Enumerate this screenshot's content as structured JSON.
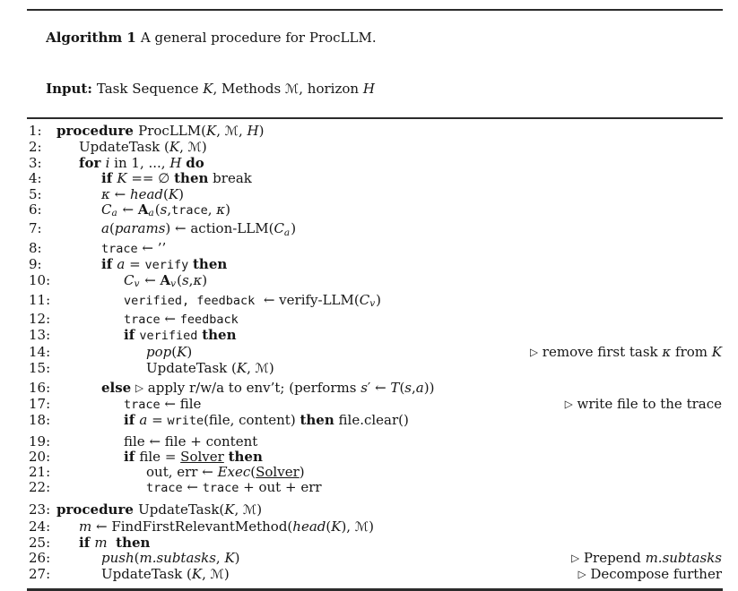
{
  "colors": {
    "text": "#151515",
    "rule": "#2b2b2b",
    "background": "#ffffff"
  },
  "algorithm": {
    "caption": {
      "label": "Algorithm 1",
      "title": "A general procedure for ProcLLM."
    },
    "input": {
      "label": "Input:",
      "parts": [
        [
          "Task Sequence ",
          "rm"
        ],
        [
          "K",
          "it"
        ],
        [
          ", Methods ",
          "rm"
        ],
        [
          "ℳ",
          "scr"
        ],
        [
          ", horizon ",
          "rm"
        ],
        [
          "H",
          "it"
        ]
      ]
    },
    "lines": [
      {
        "n": "1:",
        "indent": 0,
        "parts": [
          [
            "procedure ",
            "kw"
          ],
          [
            "ProcLLM(",
            "rm"
          ],
          [
            "K",
            "it"
          ],
          [
            ", ",
            "rm"
          ],
          [
            "ℳ",
            "scr"
          ],
          [
            ", ",
            "rm"
          ],
          [
            "H",
            "it"
          ],
          [
            ")",
            "rm"
          ]
        ]
      },
      {
        "n": "2:",
        "indent": 1,
        "parts": [
          [
            "UpdateTask (",
            "rm"
          ],
          [
            "K",
            "it"
          ],
          [
            ", ",
            "rm"
          ],
          [
            "ℳ",
            "scr"
          ],
          [
            ")",
            "rm"
          ]
        ]
      },
      {
        "n": "3:",
        "indent": 1,
        "parts": [
          [
            "for ",
            "kw"
          ],
          [
            "i",
            "it"
          ],
          [
            " in ",
            "rm"
          ],
          [
            "1, ..., ",
            "rm"
          ],
          [
            "H",
            "it"
          ],
          [
            " ",
            "rm"
          ],
          [
            "do",
            "kw"
          ]
        ]
      },
      {
        "n": "4:",
        "indent": 2,
        "parts": [
          [
            "if ",
            "kw"
          ],
          [
            "K",
            "it"
          ],
          [
            " == ∅ ",
            "rm"
          ],
          [
            "then",
            "kw"
          ],
          [
            " break",
            "rm"
          ]
        ]
      },
      {
        "n": "5:",
        "indent": 2,
        "parts": [
          [
            "κ",
            "it"
          ],
          [
            " ← ",
            "rm"
          ],
          [
            "head",
            "it"
          ],
          [
            "(",
            "rm"
          ],
          [
            "K",
            "it"
          ],
          [
            ")",
            "rm"
          ]
        ]
      },
      {
        "n": "6:",
        "indent": 2,
        "parts": [
          [
            "C",
            "it"
          ],
          [
            "a",
            "sub"
          ],
          [
            " ← ",
            "rm"
          ],
          [
            "A",
            "frak"
          ],
          [
            "a",
            "sub"
          ],
          [
            "(",
            "rm"
          ],
          [
            "s",
            "it"
          ],
          [
            ",",
            "rm"
          ],
          [
            "trace",
            "tt"
          ],
          [
            ", ",
            "rm"
          ],
          [
            "κ",
            "it"
          ],
          [
            ")",
            "rm"
          ]
        ]
      },
      {
        "n": "7:",
        "indent": 2,
        "parts": [
          [
            "a",
            "it"
          ],
          [
            "(",
            "rm"
          ],
          [
            "params",
            "it"
          ],
          [
            ") ← action-LLM(",
            "rm"
          ],
          [
            "C",
            "it"
          ],
          [
            "a",
            "sub"
          ],
          [
            ")",
            "rm"
          ]
        ]
      },
      {
        "n": "8:",
        "indent": 2,
        "parts": [
          [
            "trace",
            "tt"
          ],
          [
            " ← ’’",
            "rm"
          ]
        ]
      },
      {
        "n": "9:",
        "indent": 2,
        "parts": [
          [
            "if ",
            "kw"
          ],
          [
            "a",
            "it"
          ],
          [
            " = ",
            "rm"
          ],
          [
            "verify",
            "tt"
          ],
          [
            " ",
            "rm"
          ],
          [
            "then",
            "kw"
          ]
        ]
      },
      {
        "n": "10:",
        "indent": 3,
        "parts": [
          [
            "C",
            "it"
          ],
          [
            "v",
            "sub"
          ],
          [
            " ← ",
            "rm"
          ],
          [
            "A",
            "frak"
          ],
          [
            "v",
            "sub"
          ],
          [
            "(",
            "rm"
          ],
          [
            "s",
            "it"
          ],
          [
            ",",
            "rm"
          ],
          [
            "κ",
            "it"
          ],
          [
            ")",
            "rm"
          ]
        ]
      },
      {
        "n": "11:",
        "indent": 3,
        "parts": [
          [
            "verified, feedback",
            "tt"
          ],
          [
            "  ← verify-LLM(",
            "rm"
          ],
          [
            "C",
            "it"
          ],
          [
            "v",
            "sub"
          ],
          [
            ")",
            "rm"
          ]
        ]
      },
      {
        "n": "12:",
        "indent": 3,
        "parts": [
          [
            "trace",
            "tt"
          ],
          [
            " ← ",
            "rm"
          ],
          [
            "feedback",
            "tt"
          ]
        ]
      },
      {
        "n": "13:",
        "indent": 3,
        "parts": [
          [
            "if ",
            "kw"
          ],
          [
            "verified",
            "tt"
          ],
          [
            " ",
            "rm"
          ],
          [
            "then",
            "kw"
          ]
        ]
      },
      {
        "n": "14:",
        "indent": 4,
        "parts": [
          [
            "pop",
            "it"
          ],
          [
            "(",
            "rm"
          ],
          [
            "K",
            "it"
          ],
          [
            ")",
            "rm"
          ]
        ],
        "comment": [
          [
            "▷",
            "tri"
          ],
          [
            " remove first task ",
            "rm"
          ],
          [
            "κ",
            "it"
          ],
          [
            " from ",
            "rm"
          ],
          [
            "K",
            "it"
          ]
        ]
      },
      {
        "n": "15:",
        "indent": 4,
        "parts": [
          [
            "UpdateTask (",
            "rm"
          ],
          [
            "K",
            "it"
          ],
          [
            ", ",
            "rm"
          ],
          [
            "ℳ",
            "scr"
          ],
          [
            ")",
            "rm"
          ]
        ]
      },
      {
        "n": "16:",
        "indent": 2,
        "gap": 4,
        "parts": [
          [
            "else",
            "kw"
          ],
          [
            " ",
            "rm"
          ],
          [
            "▷",
            "tri"
          ],
          [
            " apply r/w/a to env’t; (performs ",
            "rm"
          ],
          [
            "s",
            "it"
          ],
          [
            "′",
            "rm"
          ],
          [
            " ← ",
            "rm"
          ],
          [
            "T",
            "it"
          ],
          [
            "(",
            "rm"
          ],
          [
            "s",
            "it"
          ],
          [
            ",",
            "rm"
          ],
          [
            "a",
            "it"
          ],
          [
            "))",
            "rm"
          ]
        ]
      },
      {
        "n": "17:",
        "indent": 3,
        "parts": [
          [
            "trace",
            "tt"
          ],
          [
            " ← file",
            "rm"
          ]
        ],
        "comment": [
          [
            "▷",
            "tri"
          ],
          [
            " write file to the trace",
            "rm"
          ]
        ]
      },
      {
        "n": "18:",
        "indent": 3,
        "parts": [
          [
            "if ",
            "kw"
          ],
          [
            "a",
            "it"
          ],
          [
            " = ",
            "rm"
          ],
          [
            "write",
            "tt"
          ],
          [
            "(file, content) ",
            "rm"
          ],
          [
            "then",
            "kw"
          ],
          [
            " file.clear()",
            "rm"
          ]
        ]
      },
      {
        "n": "19:",
        "indent": 3,
        "gap": 5,
        "parts": [
          [
            "file ← file + content",
            "rm"
          ]
        ]
      },
      {
        "n": "20:",
        "indent": 3,
        "parts": [
          [
            "if ",
            "kw"
          ],
          [
            "file = ",
            "rm"
          ],
          [
            "Solver",
            "u"
          ],
          [
            " ",
            "rm"
          ],
          [
            "then",
            "kw"
          ]
        ]
      },
      {
        "n": "21:",
        "indent": 4,
        "parts": [
          [
            "out, err ← ",
            "rm"
          ],
          [
            "Exec",
            "it"
          ],
          [
            "(",
            "rm"
          ],
          [
            "Solver",
            "u"
          ],
          [
            ")",
            "rm"
          ]
        ]
      },
      {
        "n": "22:",
        "indent": 4,
        "parts": [
          [
            "trace",
            "tt"
          ],
          [
            " ← ",
            "rm"
          ],
          [
            "trace",
            "tt"
          ],
          [
            " + out + err",
            "rm"
          ]
        ]
      },
      {
        "n": "23:",
        "indent": 0,
        "gap": 7,
        "parts": [
          [
            "procedure ",
            "kw"
          ],
          [
            "UpdateTask(",
            "rm"
          ],
          [
            "K",
            "it"
          ],
          [
            ", ",
            "rm"
          ],
          [
            "ℳ",
            "scr"
          ],
          [
            ")",
            "rm"
          ]
        ]
      },
      {
        "n": "24:",
        "indent": 1,
        "parts": [
          [
            "m",
            "it"
          ],
          [
            " ← FindFirstRelevantMethod(",
            "rm"
          ],
          [
            "head",
            "it"
          ],
          [
            "(",
            "rm"
          ],
          [
            "K",
            "it"
          ],
          [
            "), ",
            "rm"
          ],
          [
            "ℳ",
            "scr"
          ],
          [
            ")",
            "rm"
          ]
        ]
      },
      {
        "n": "25:",
        "indent": 1,
        "parts": [
          [
            "if ",
            "kw"
          ],
          [
            "m",
            "it"
          ],
          [
            "  ",
            "rm"
          ],
          [
            "then",
            "kw"
          ]
        ]
      },
      {
        "n": "26:",
        "indent": 2,
        "parts": [
          [
            "push",
            "it"
          ],
          [
            "(",
            "rm"
          ],
          [
            "m.subtasks",
            "it"
          ],
          [
            ", ",
            "rm"
          ],
          [
            "K",
            "it"
          ],
          [
            ")",
            "rm"
          ]
        ],
        "comment": [
          [
            "▷",
            "tri"
          ],
          [
            " Prepend ",
            "rm"
          ],
          [
            "m.subtasks",
            "it"
          ]
        ]
      },
      {
        "n": "27:",
        "indent": 2,
        "parts": [
          [
            "UpdateTask (",
            "rm"
          ],
          [
            "K",
            "it"
          ],
          [
            ", ",
            "rm"
          ],
          [
            "ℳ",
            "scr"
          ],
          [
            ")",
            "rm"
          ]
        ],
        "comment": [
          [
            "▷",
            "tri"
          ],
          [
            " Decompose further",
            "rm"
          ]
        ]
      }
    ]
  }
}
